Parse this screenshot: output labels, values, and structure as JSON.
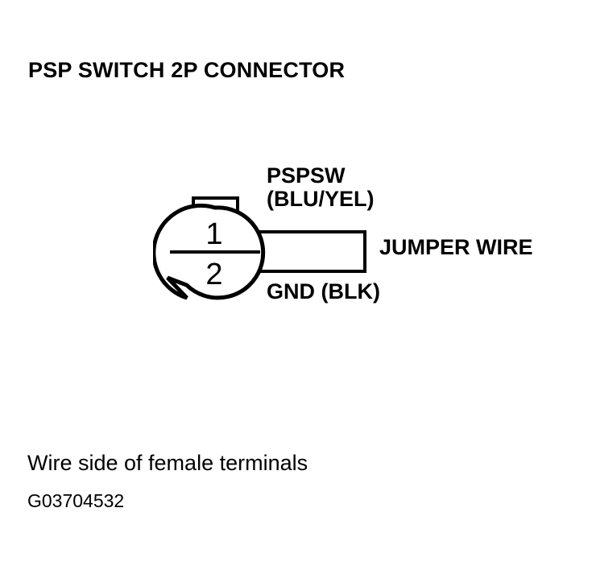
{
  "page": {
    "title": "PSP SWITCH 2P CONNECTOR",
    "background_color": "#ffffff",
    "line_color": "#000000"
  },
  "diagram": {
    "type": "connector-pinout",
    "connector": {
      "name": "PSP SWITCH 2P CONNECTOR",
      "shape": "circle-with-top-tab-and-lower-left-notch",
      "pin_count": 2,
      "pins": [
        {
          "number": "1",
          "signal": "PSPSW",
          "wire_color": "BLU/YEL",
          "label": "PSPSW\n(BLU/YEL)",
          "position": "upper-half"
        },
        {
          "number": "2",
          "signal": "GND",
          "wire_color": "BLK",
          "label": "GND (BLK)",
          "position": "lower-half"
        }
      ]
    },
    "pin_labels": {
      "pin1": "1",
      "pin2": "2"
    },
    "callouts": {
      "pspsw_line1": "PSPSW",
      "pspsw_line2": "(BLU/YEL)",
      "gnd": "GND (BLK)",
      "jumper": "JUMPER WIRE"
    },
    "jumper_wire": {
      "label": "JUMPER WIRE",
      "shape": "rectangle",
      "connects_pins": [
        "1",
        "2"
      ]
    }
  },
  "footer": {
    "caption": "Wire side of female terminals",
    "reference_code": "G03704532"
  }
}
